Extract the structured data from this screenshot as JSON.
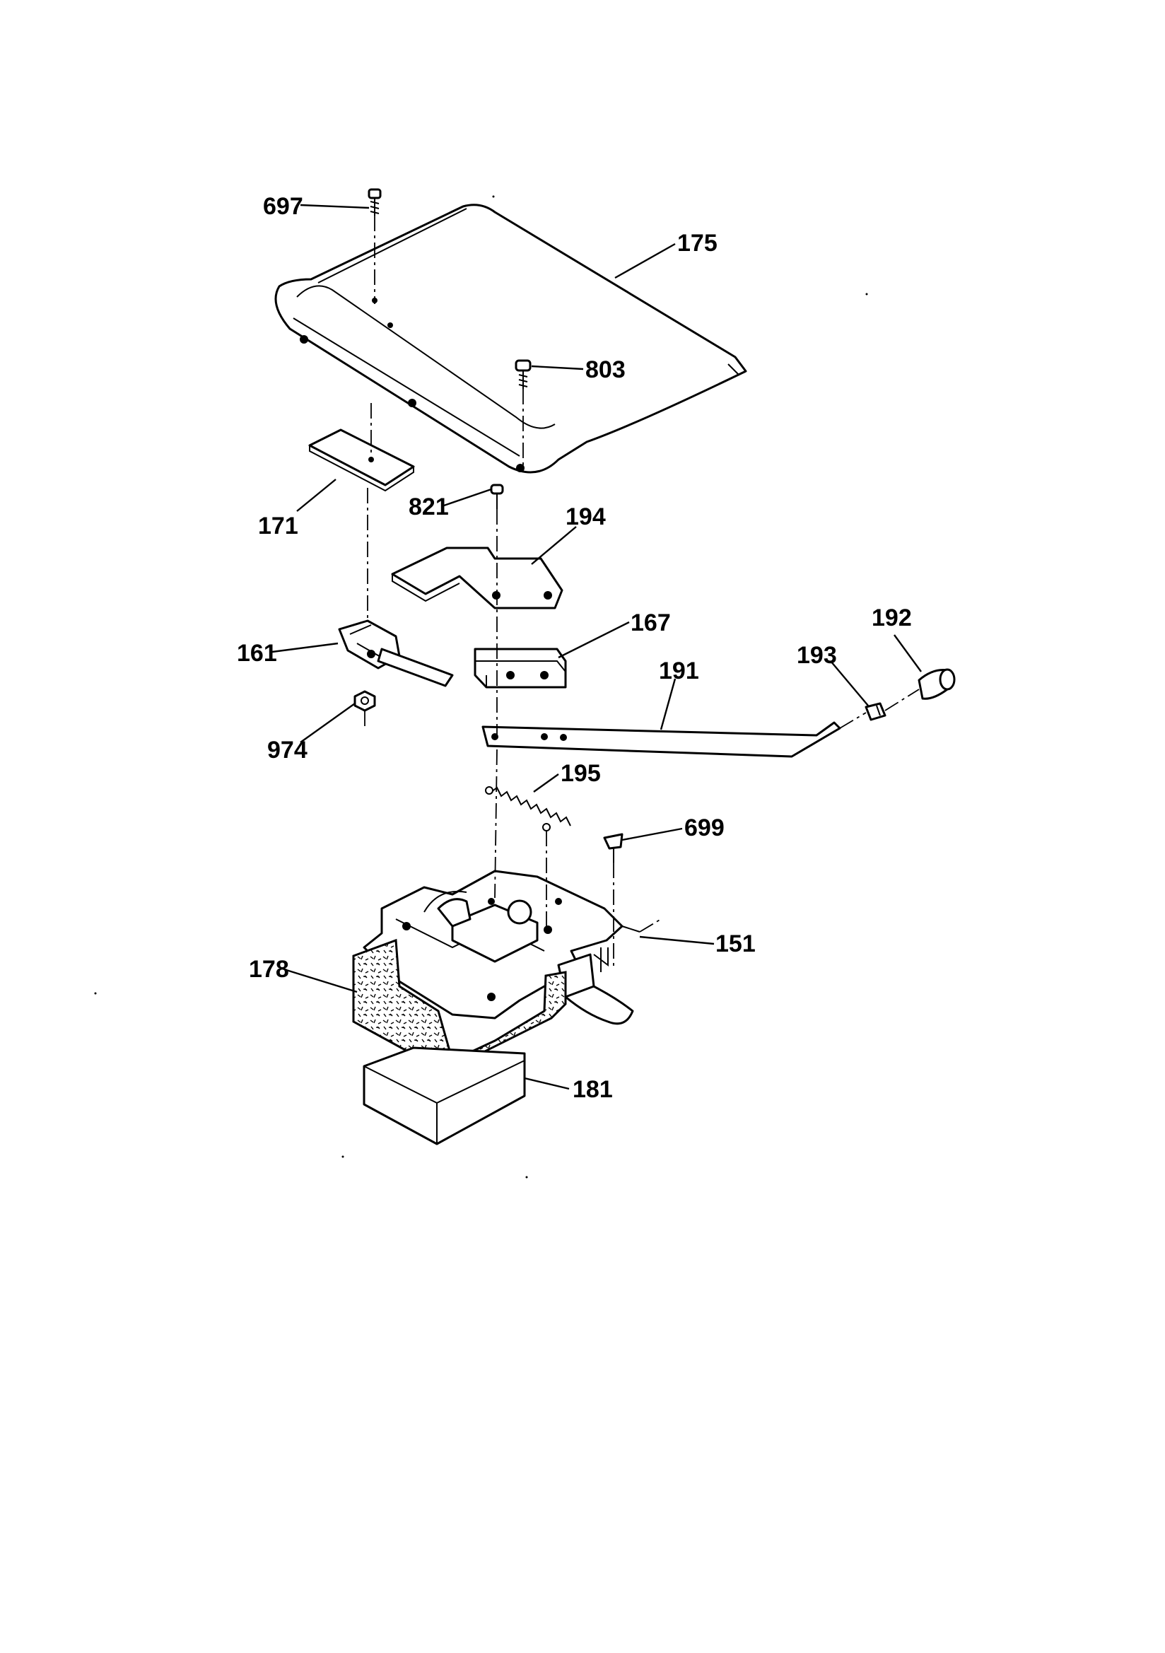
{
  "diagram": {
    "callouts": [
      {
        "id": "c697",
        "text": "697"
      },
      {
        "id": "c175",
        "text": "175"
      },
      {
        "id": "c803",
        "text": "803"
      },
      {
        "id": "c171",
        "text": "171"
      },
      {
        "id": "c821",
        "text": "821"
      },
      {
        "id": "c194",
        "text": "194"
      },
      {
        "id": "c167",
        "text": "167"
      },
      {
        "id": "c161",
        "text": "161"
      },
      {
        "id": "c192",
        "text": "192"
      },
      {
        "id": "c193",
        "text": "193"
      },
      {
        "id": "c191",
        "text": "191"
      },
      {
        "id": "c974",
        "text": "974"
      },
      {
        "id": "c195",
        "text": "195"
      },
      {
        "id": "c699",
        "text": "699"
      },
      {
        "id": "c151",
        "text": "151"
      },
      {
        "id": "c178",
        "text": "178"
      },
      {
        "id": "c181",
        "text": "181"
      }
    ]
  }
}
